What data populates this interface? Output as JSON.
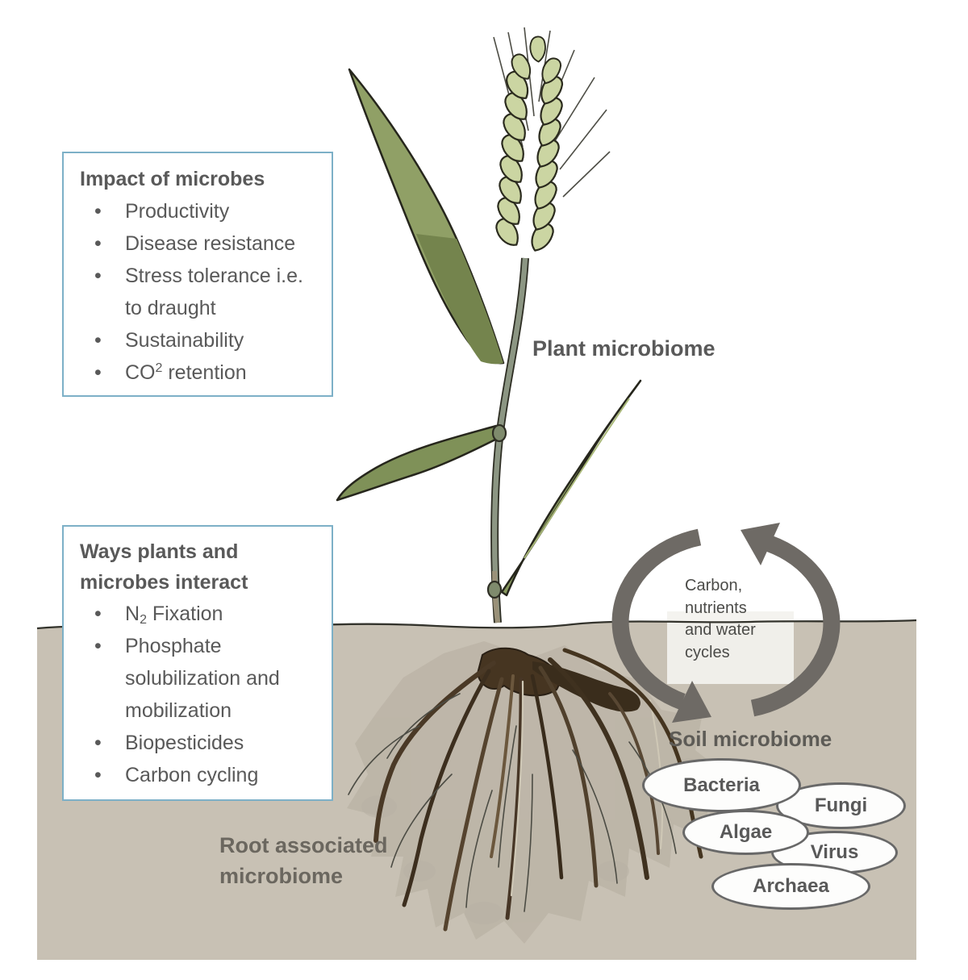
{
  "colors": {
    "page_bg": "#ffffff",
    "box_border_blue": "#7db0c7",
    "text_dark_gray": "#595959",
    "soil_tan": "#c8c1b4",
    "ground_line": "#33332c",
    "cycle_arrow_gray": "#6e6a65",
    "cycle_panel": "#f3f2ee",
    "bubble_border": "#686868",
    "bubble_fill": "#fdfdfc",
    "wheat_grain_green": "#cbd5a2",
    "leaf_green": "#8fa065",
    "leaf_dark_green": "#74844d",
    "stem_green": "#8c9683",
    "root_brown": "#4a3926",
    "root_halo": "#b3ac9e"
  },
  "impact_box": {
    "title": "Impact of microbes",
    "items": [
      {
        "lines": [
          "Productivity"
        ]
      },
      {
        "lines": [
          "Disease resistance"
        ]
      },
      {
        "lines": [
          "Stress tolerance i.e.",
          "to draught"
        ]
      },
      {
        "lines": [
          "Sustainability"
        ]
      },
      {
        "formula": {
          "pre": "CO",
          "sup": "2",
          "post": " retention"
        }
      }
    ]
  },
  "ways_box": {
    "title_lines": [
      "Ways plants and",
      "microbes interact"
    ],
    "items": [
      {
        "formula": {
          "pre": "N",
          "sub": "2",
          "post": " Fixation"
        }
      },
      {
        "lines": [
          "Phosphate",
          "solubilization and",
          "mobilization"
        ]
      },
      {
        "lines": [
          "Biopesticides"
        ]
      },
      {
        "lines": [
          "Carbon cycling"
        ]
      }
    ]
  },
  "labels": {
    "plant_microbiome": "Plant microbiome",
    "soil_microbiome": "Soil microbiome",
    "root_microbiome_lines": [
      "Root associated",
      "microbiome"
    ],
    "cycle_lines": [
      "Carbon,",
      "nutrients",
      "and water",
      "cycles"
    ]
  },
  "soil_organisms": [
    "Bacteria",
    "Fungi",
    "Algae",
    "Virus",
    "Archaea"
  ]
}
